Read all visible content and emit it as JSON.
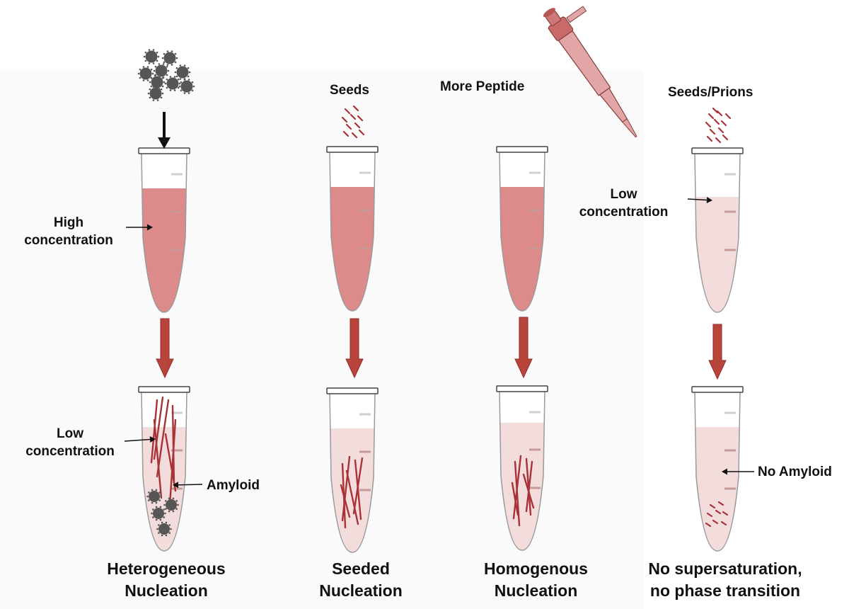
{
  "labels": {
    "heterogeneous_tube_label": [
      "High",
      "concentration"
    ],
    "heterogeneous_result_label": [
      "Low",
      "concentration"
    ],
    "amyloid_label": "Amyloid",
    "seeds_label": "Seeds",
    "more_peptide_label": "More Peptide",
    "seeds_prions_label": "Seeds/Prions",
    "no_ss_tube_label": [
      "Low",
      "concentration"
    ],
    "no_amyloid_label": "No Amyloid"
  },
  "captions": {
    "heterogeneous": [
      "Heterogeneous",
      "Nucleation"
    ],
    "seeded": [
      "Seeded",
      "Nucleation"
    ],
    "homogenous": [
      "Homogenous",
      "Nucleation"
    ],
    "no_supersaturation": [
      "No supersaturation,",
      "no phase transition"
    ]
  },
  "colors": {
    "high_concentration_fill": "#dd8a8a",
    "low_concentration_fill": "#f3dcdc",
    "fibril": "#a83236",
    "arrow_red": "#b9443c",
    "particle": "#565656",
    "pipette": "#e2a6a6"
  }
}
